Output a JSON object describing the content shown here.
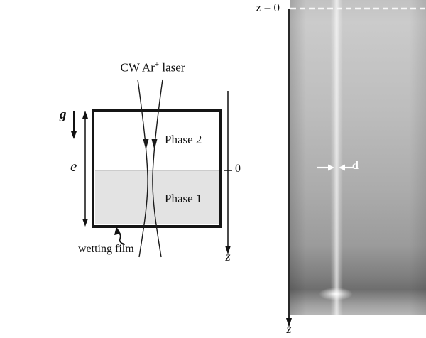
{
  "figure": {
    "schematic": {
      "laser_label_prefix": "CW Ar",
      "laser_label_sup": "+",
      "laser_label_suffix": " laser",
      "gravity_label": "g",
      "cell_height_label": "e",
      "phase2_label": "Phase 2",
      "phase1_label": "Phase 1",
      "interface_zero_label": "0",
      "z_axis_label": "z",
      "wetting_film_label": "wetting film"
    },
    "photo": {
      "z_zero_var": "z",
      "z_zero_eq": " = 0",
      "diameter_label": "d",
      "z_axis_label": "z"
    },
    "colors": {
      "line": "#111111",
      "phase1_fill": "#e3e3e3",
      "photo_annotation": "#ffffff"
    }
  }
}
